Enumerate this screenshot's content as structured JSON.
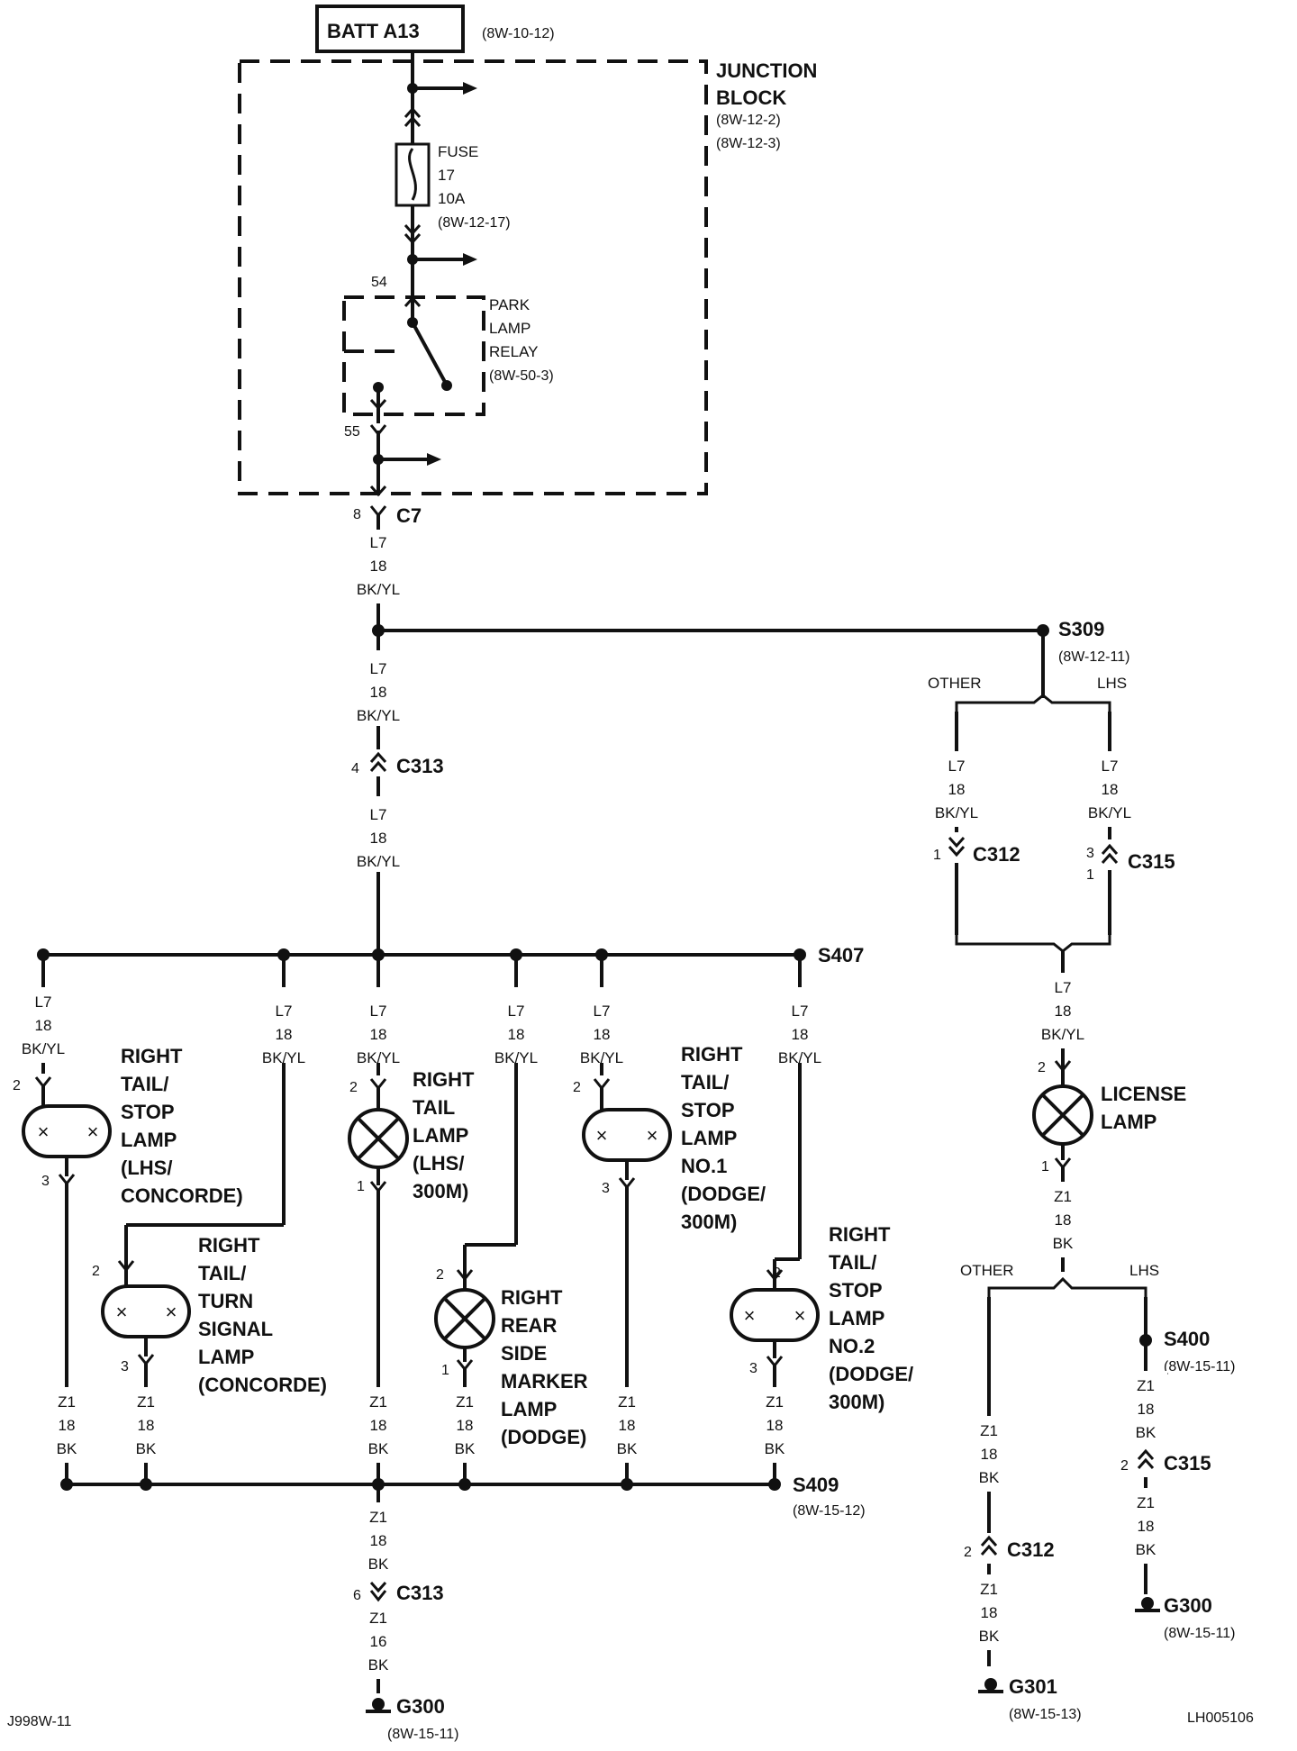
{
  "batt": {
    "label": "BATT A13",
    "ref": "(8W-10-12)"
  },
  "junction_block": {
    "line1": "JUNCTION",
    "line2": "BLOCK",
    "ref1": "(8W-12-2)",
    "ref2": "(8W-12-3)"
  },
  "fuse": {
    "l1": "FUSE",
    "l2": "17",
    "l3": "10A",
    "ref": "(8W-12-17)"
  },
  "relay": {
    "l1": "PARK",
    "l2": "LAMP",
    "l3": "RELAY",
    "ref": "(8W-50-3)",
    "pin_in": "54",
    "pin_out": "55"
  },
  "c7": {
    "pin": "8",
    "name": "C7"
  },
  "wire_l7": {
    "l1": "L7",
    "l2": "18",
    "l3": "BK/YL"
  },
  "wire_z1": {
    "l1": "Z1",
    "l2": "18",
    "l3": "BK"
  },
  "wire_z1_16": {
    "l1": "Z1",
    "l2": "16",
    "l3": "BK"
  },
  "s309": {
    "name": "S309",
    "ref": "(8W-12-11)",
    "other": "OTHER",
    "lhs": "LHS"
  },
  "c313_top": {
    "pin": "4",
    "name": "C313"
  },
  "c312_top": {
    "pin": "1",
    "name": "C312"
  },
  "c315_top": {
    "pin_a": "3",
    "pin_b": "1",
    "name": "C315"
  },
  "s407": {
    "name": "S407"
  },
  "lamps": {
    "rts_lhs": {
      "pin_top": "2",
      "pin_bot": "3",
      "l1": "RIGHT",
      "l2": "TAIL/",
      "l3": "STOP",
      "l4": "LAMP",
      "l5": "(LHS/",
      "l6": "CONCORDE)"
    },
    "rtt": {
      "pin_top": "2",
      "pin_bot": "3",
      "l1": "RIGHT",
      "l2": "TAIL/",
      "l3": "TURN",
      "l4": "SIGNAL",
      "l5": "LAMP",
      "l6": "(CONCORDE)"
    },
    "rt": {
      "pin_top": "2",
      "pin_bot": "1",
      "l1": "RIGHT",
      "l2": "TAIL",
      "l3": "LAMP",
      "l4": "(LHS/",
      "l5": "300M)"
    },
    "rrsm": {
      "pin_top": "2",
      "pin_bot": "1",
      "l1": "RIGHT",
      "l2": "REAR",
      "l3": "SIDE",
      "l4": "MARKER",
      "l5": "LAMP",
      "l6": "(DODGE)"
    },
    "rts1": {
      "pin_top": "2",
      "pin_bot": "3",
      "l1": "RIGHT",
      "l2": "TAIL/",
      "l3": "STOP",
      "l4": "LAMP",
      "l5": "NO.1",
      "l6": "(DODGE/",
      "l7": "300M)"
    },
    "rts2": {
      "pin_top": "2",
      "pin_bot": "3",
      "l1": "RIGHT",
      "l2": "TAIL/",
      "l3": "STOP",
      "l4": "LAMP",
      "l5": "NO.2",
      "l6": "(DODGE/",
      "l7": "300M)"
    },
    "license": {
      "pin_top": "2",
      "pin_bot": "1",
      "l1": "LICENSE",
      "l2": "LAMP"
    }
  },
  "s409": {
    "name": "S409",
    "ref": "(8W-15-12)"
  },
  "c313_bot": {
    "pin": "6",
    "name": "C313"
  },
  "g300_left": {
    "name": "G300",
    "ref": "(8W-15-11)"
  },
  "ground_split": {
    "other": "OTHER",
    "lhs": "LHS"
  },
  "s400": {
    "name": "S400",
    "ref": "(8W-15-11)"
  },
  "c315_bot": {
    "pin": "2",
    "name": "C315"
  },
  "c312_bot": {
    "pin": "2",
    "name": "C312"
  },
  "g300_right": {
    "name": "G300",
    "ref": "(8W-15-11)"
  },
  "g301": {
    "name": "G301",
    "ref": "(8W-15-13)"
  },
  "footer": {
    "left": "J998W-11",
    "right": "LH005106"
  }
}
